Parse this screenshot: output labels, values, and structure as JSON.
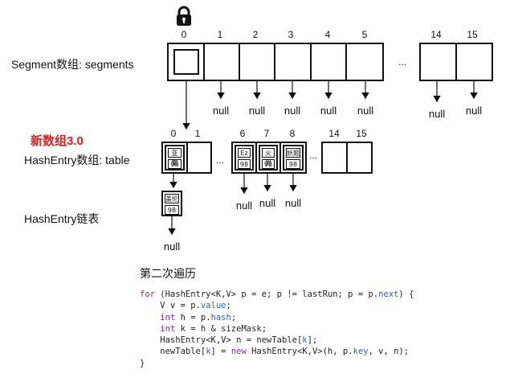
{
  "lock_icon": "lock-icon",
  "segments": {
    "label": "Segment数组: segments",
    "indices": [
      "0",
      "1",
      "2",
      "3",
      "4",
      "5",
      "14",
      "15"
    ],
    "ellipsis": "...",
    "nulls": [
      "null",
      "null",
      "null",
      "null",
      "null",
      "null",
      "null"
    ]
  },
  "table": {
    "heading": "新数组3.0",
    "label": "HashEntry数组: table",
    "indices": [
      "0",
      "1",
      "6",
      "7",
      "8",
      "14",
      "15"
    ],
    "ellipsis_left": "...",
    "ellipsis_right": "...",
    "entries": [
      {
        "key": "亚索",
        "value": "98"
      },
      {
        "key": "Ez",
        "value": "98"
      },
      {
        "key": "火男",
        "value": "98"
      },
      {
        "key": "妖姬",
        "value": "98"
      }
    ],
    "nulls": [
      "null",
      "null",
      "null"
    ]
  },
  "chain": {
    "label": "HashEntry链表",
    "entry": {
      "key": "盖伦",
      "value": "98"
    },
    "null": "null"
  },
  "code": {
    "title": "第二次遍历",
    "lines": [
      "for (HashEntry<K,V> p = e; p != lastRun; p = p.next) {",
      "    V v = p.value;",
      "    int h = p.hash;",
      "    int k = h & sizeMask;",
      "    HashEntry<K,V> n = newTable[k];",
      "    newTable[k] = new HashEntry<K,V>(h, p.key, v, n);",
      "}"
    ]
  },
  "colors": {
    "heading": "#e0201c",
    "keyword": "#8a2a9b",
    "field": "#2d62c8"
  }
}
